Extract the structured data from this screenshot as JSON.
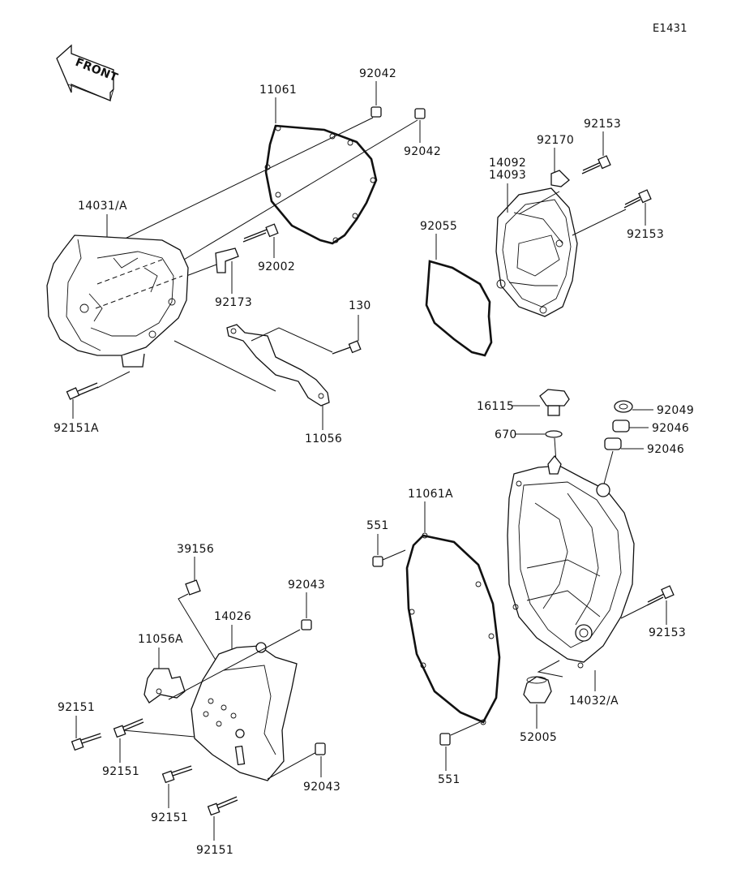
{
  "diagram_code": "E1431",
  "front_label": "FRONT",
  "parts": {
    "p11061": "11061",
    "p92042a": "92042",
    "p92042b": "92042",
    "p14031": "14031/A",
    "p92002": "92002",
    "p92173": "92173",
    "p92151A": "92151A",
    "p130": "130",
    "p11056": "11056",
    "p92153a": "92153",
    "p92170": "92170",
    "p14092": "14092",
    "p14093": "14093",
    "p92153b": "92153",
    "p92055": "92055",
    "p16115": "16115",
    "p670": "670",
    "p92049": "92049",
    "p92046a": "92046",
    "p92046b": "92046",
    "p11061A": "11061A",
    "p551a": "551",
    "p551b": "551",
    "p92153c": "92153",
    "p14032": "14032/A",
    "p52005": "52005",
    "p39156": "39156",
    "p92043a": "92043",
    "p92043b": "92043",
    "p14026": "14026",
    "p11056A": "11056A",
    "p92151a": "92151",
    "p92151b": "92151",
    "p92151c": "92151",
    "p92151d": "92151"
  }
}
